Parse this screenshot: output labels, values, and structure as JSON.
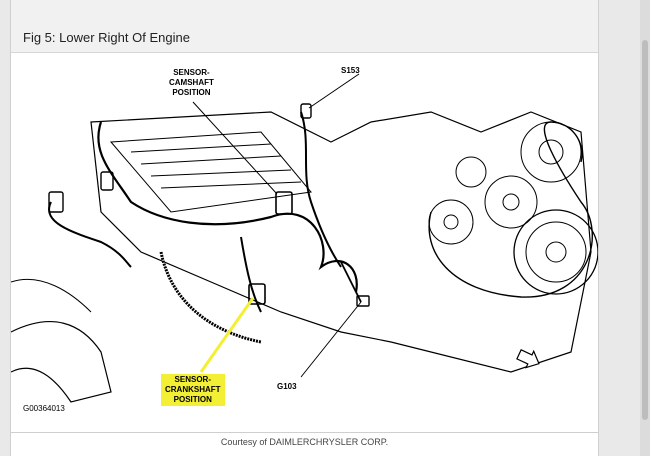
{
  "figure": {
    "title": "Fig 5: Lower Right Of Engine",
    "courtesy": "Courtesy of DAIMLERCHRYSLER CORP.",
    "code": "G00364013"
  },
  "labels": {
    "camshaft": [
      "SENSOR-",
      "CAMSHAFT",
      "POSITION"
    ],
    "crankshaft": [
      "SENSOR-",
      "CRANKSHAFT",
      "POSITION"
    ],
    "s153": "S153",
    "g103": "G103"
  },
  "colors": {
    "highlight": "#f2ef34",
    "ink": "#000000"
  }
}
